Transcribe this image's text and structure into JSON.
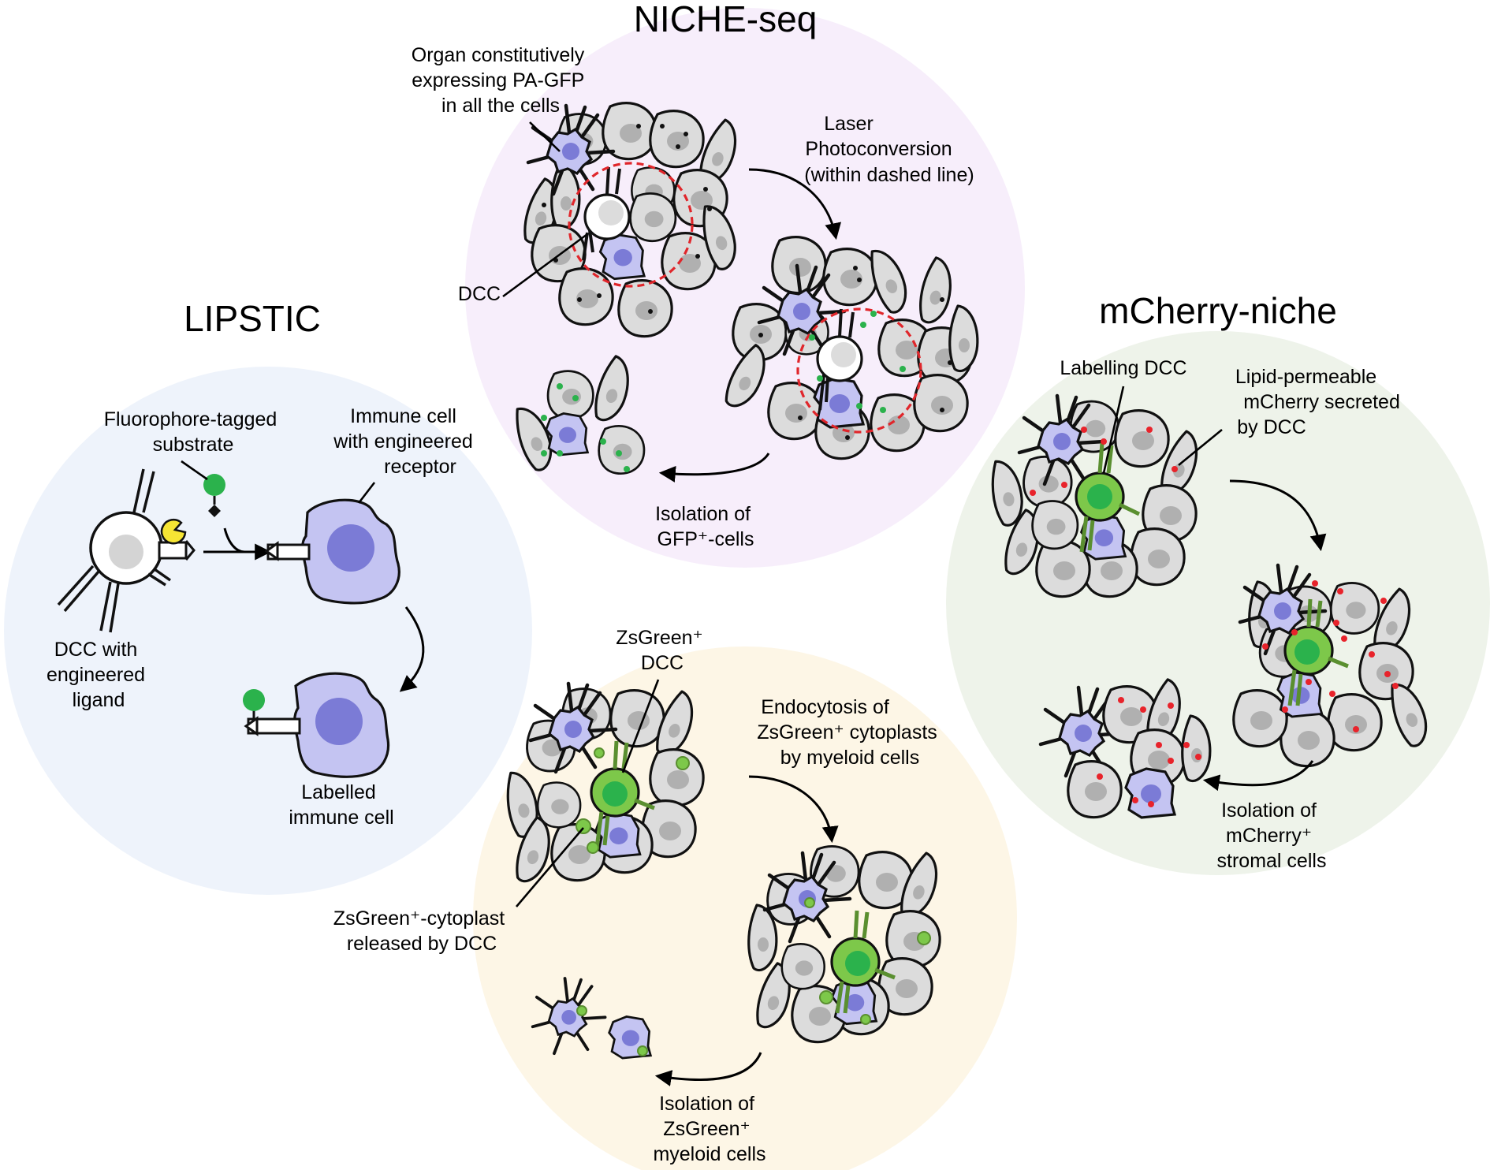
{
  "sections": {
    "niche_seq": {
      "title": "NICHE-seq",
      "organ_label": [
        "Organ constitutively",
        "expressing PA-GFP",
        "in all the cells"
      ],
      "laser_label": [
        "Laser",
        "Photoconversion",
        "(within dashed line)"
      ],
      "dcc_label": "DCC",
      "isolation_label": [
        "Isolation of",
        "GFP⁺-cells"
      ],
      "color": "#f7eefb"
    },
    "lipstic": {
      "title": "LIPSTIC",
      "substrate_label": [
        "Fluorophore-tagged",
        "substrate"
      ],
      "immune_label": [
        "Immune cell",
        "with engineered",
        "receptor"
      ],
      "dcc_label": [
        "DCC with",
        "engineered",
        "ligand"
      ],
      "labelled_label": [
        "Labelled",
        "immune cell"
      ],
      "color": "#eef3fb"
    },
    "mcherry_niche": {
      "title": "mCherry-niche",
      "labelling_label": "Labelling DCC",
      "lipid_label": [
        "Lipid-permeable",
        "mCherry secreted",
        "by DCC"
      ],
      "isolation_label": [
        "Isolation of",
        "mCherry⁺",
        "stromal cells"
      ],
      "color": "#eef3ea"
    },
    "zsgreen": {
      "dcc_label": [
        "ZsGreen⁺",
        "DCC"
      ],
      "endocytosis_label": [
        "Endocytosis of",
        "ZsGreen⁺ cytoplasts",
        "by myeloid cells"
      ],
      "cytoplast_label": [
        "ZsGreen⁺-cytoplast",
        "released by DCC"
      ],
      "isolation_label": [
        "Isolation of",
        "ZsGreen⁺",
        "myeloid cells"
      ],
      "color": "#fdf6e6"
    }
  },
  "colors": {
    "gfp_green": "#2bb24c",
    "zsgreen": "#7dc84a",
    "mcherry_red": "#e8232b",
    "immune_blue": "#c4c4f2",
    "nucleus_blue": "#7b7bd6",
    "dashed_circle": "#e0262b",
    "substrate_yellow": "#f6e534"
  }
}
